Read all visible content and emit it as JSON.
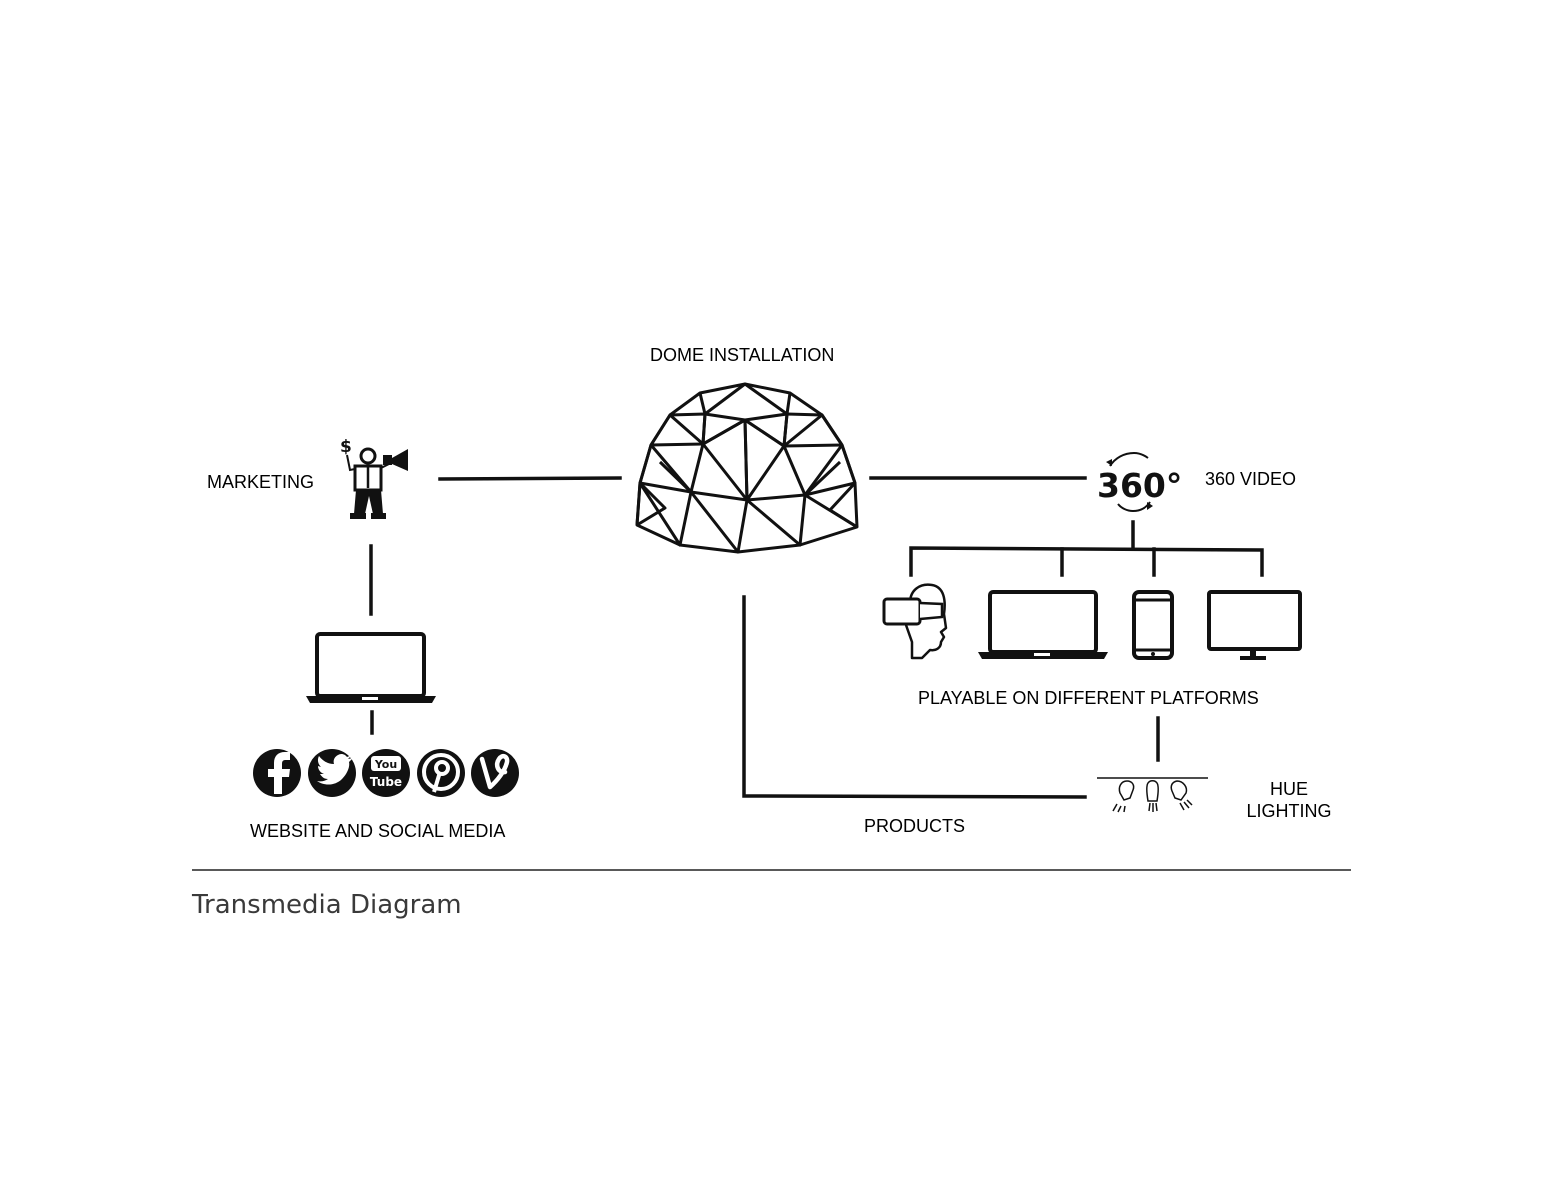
{
  "labels": {
    "dome": "DOME INSTALLATION",
    "marketing": "MARKETING",
    "video_360": "360 VIDEO",
    "playable": "PLAYABLE ON DIFFERENT PLATFORMS",
    "website_social": "WEBSITE AND SOCIAL MEDIA",
    "products": "PRODUCTS",
    "hue_line1": "HUE",
    "hue_line2": "LIGHTING",
    "icon_360_text": "360°",
    "dollar": "$",
    "youtube_you": "You",
    "youtube_tube": "Tube"
  },
  "caption": "Transmedia Diagram",
  "icons": [
    "geodesic-dome-icon",
    "marketing-person-icon",
    "rotate-360-icon",
    "vr-headset-icon",
    "laptop-icon",
    "smartphone-icon",
    "monitor-icon",
    "facebook-icon",
    "twitter-icon",
    "youtube-icon",
    "pinterest-icon",
    "vine-icon",
    "hue-lighting-icon"
  ],
  "colors": {
    "ink": "#111111",
    "caption": "#3a3a3a",
    "background": "#ffffff"
  }
}
